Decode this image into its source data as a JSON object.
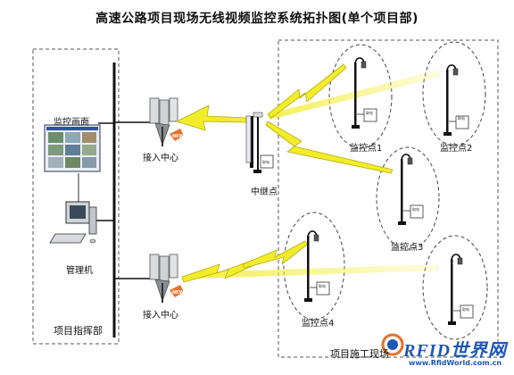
{
  "title": "高速公路项目现场无线视频监控系统拓扑图(单个项目部)",
  "labels": {
    "monitor_screen": "监控画面",
    "management_pc": "管理机",
    "project_hq": "项目指挥部",
    "access_center_1": "接入中心",
    "access_center_2": "接入中心",
    "relay": "中继点",
    "site_area": "项目施工现场",
    "point_1": "监控点1",
    "point_2": "监控点2",
    "point_3": "监控点3",
    "point_4": "监控点4",
    "box_text": "取电"
  },
  "badge": "NEW",
  "logo": {
    "main": "RFID世界网",
    "sub": "www.RfidWorld.com.cn"
  },
  "colors": {
    "signal": "#f2ec2a",
    "signal_outline": "#b5ad12",
    "logo": "#1e57b5"
  },
  "icons": [
    "antenna-icon",
    "monitor-icon",
    "computer-icon",
    "camera-pole-icon",
    "lightning-signal-icon"
  ]
}
